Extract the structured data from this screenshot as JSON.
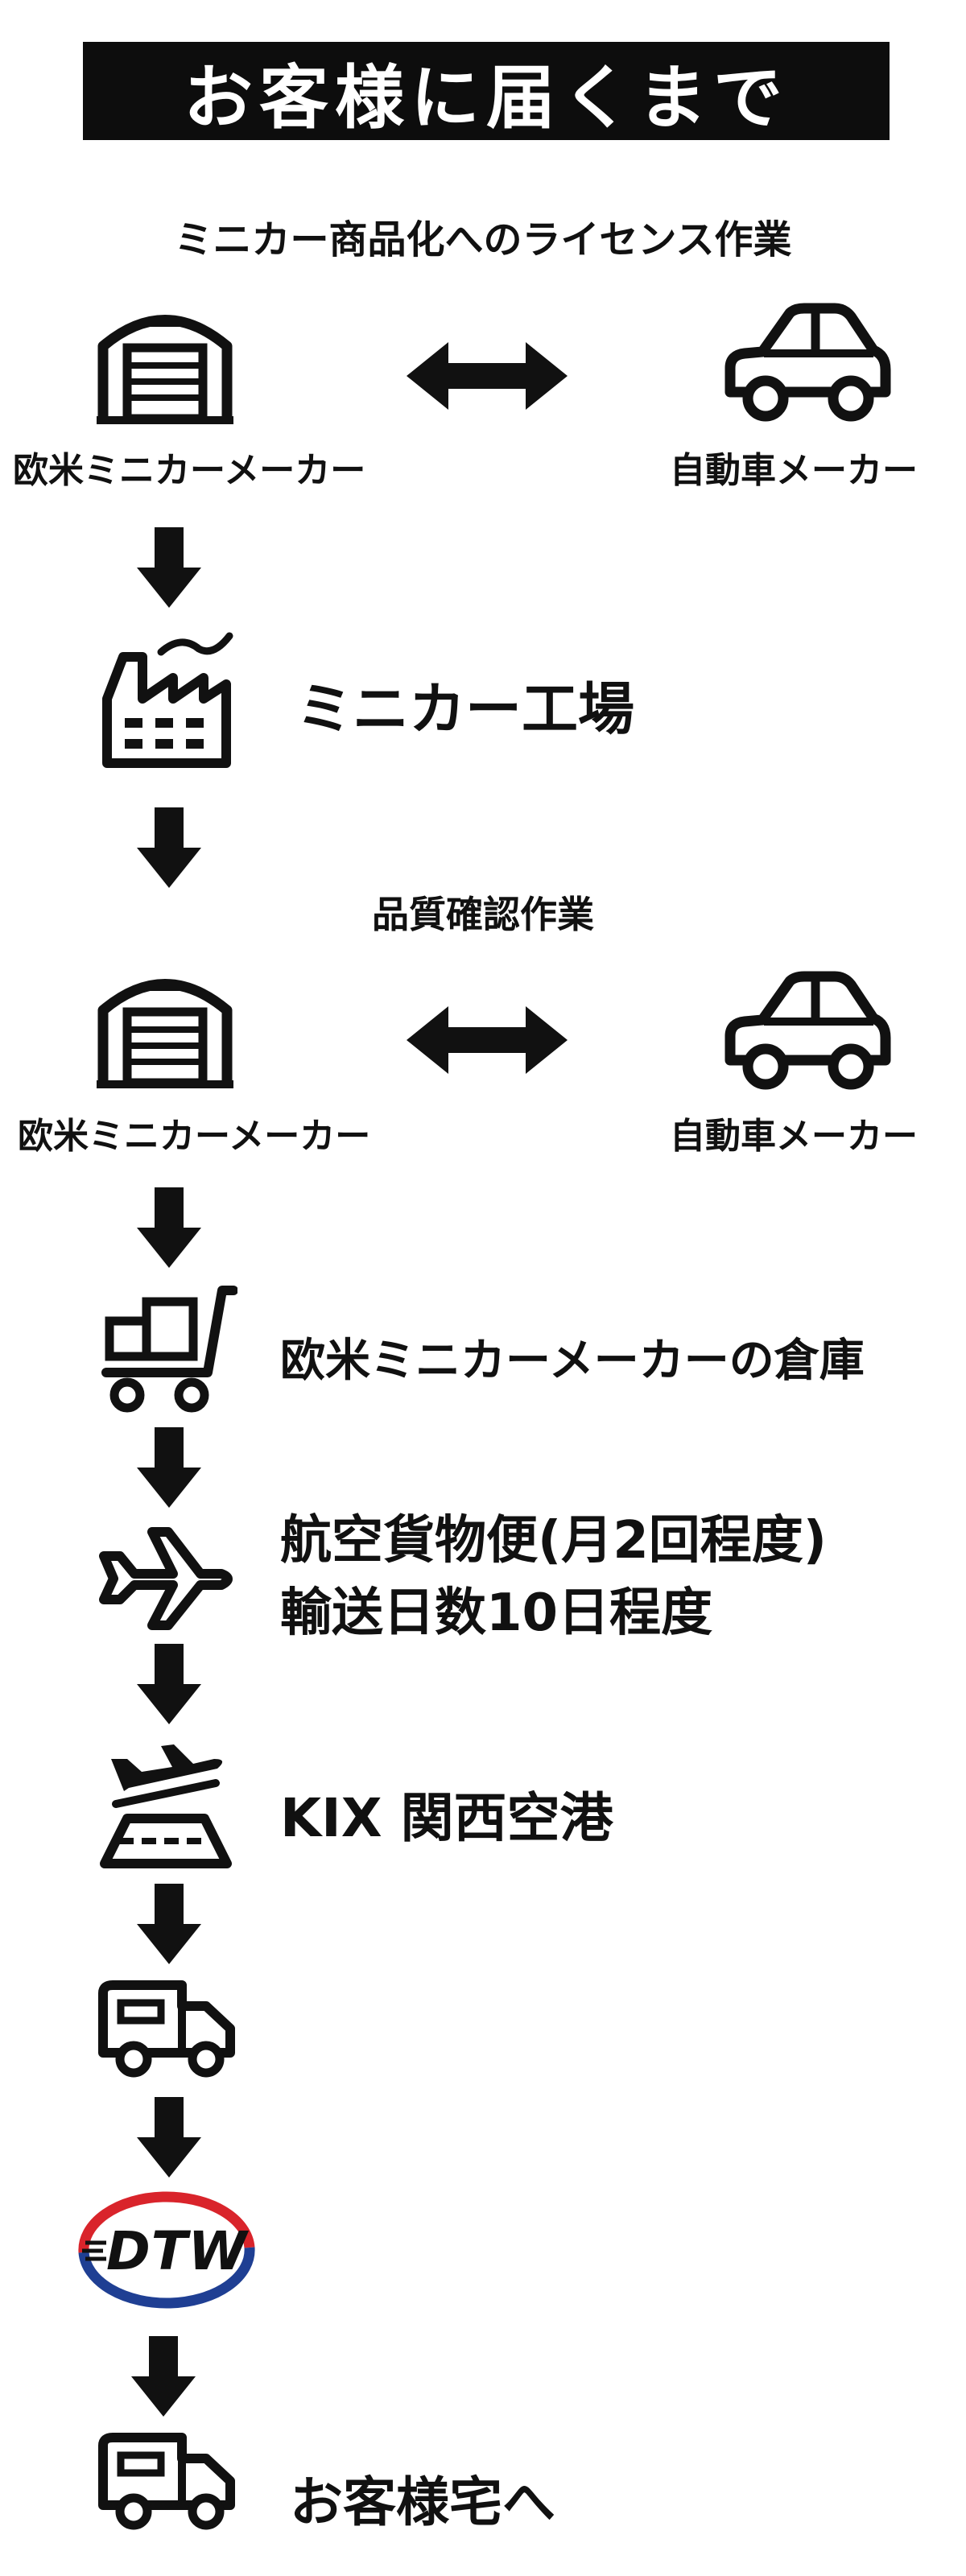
{
  "title": "お客様に届くまで",
  "steps": {
    "license": {
      "heading": "ミニカー商品化へのライセンス作業",
      "left_label": "欧米ミニカーメーカー",
      "right_label": "自動車メーカー"
    },
    "factory": {
      "label": "ミニカー工場"
    },
    "quality": {
      "heading": "品質確認作業",
      "left_label": "欧米ミニカーメーカー",
      "right_label": "自動車メーカー"
    },
    "warehouse": {
      "label": "欧米ミニカーメーカーの倉庫"
    },
    "airfreight": {
      "line1": "航空貨物便(月2回程度)",
      "line2": "輸送日数10日程度"
    },
    "airport": {
      "label": "KIX 関西空港"
    },
    "dtw": {
      "logo_text": "DTW"
    },
    "delivery": {
      "label": "お客様宅へ"
    }
  },
  "icons": [
    "garage-icon",
    "double-arrow-icon",
    "car-icon",
    "down-arrow-icon",
    "factory-icon",
    "cart-icon",
    "airplane-icon",
    "airport-icon",
    "truck-icon",
    "dtw-logo"
  ],
  "colors": {
    "title_bg": "#0d0d0d",
    "title_text": "#ffffff",
    "ink": "#111111",
    "dtw_red": "#d9242b",
    "dtw_blue": "#1f3f93"
  }
}
